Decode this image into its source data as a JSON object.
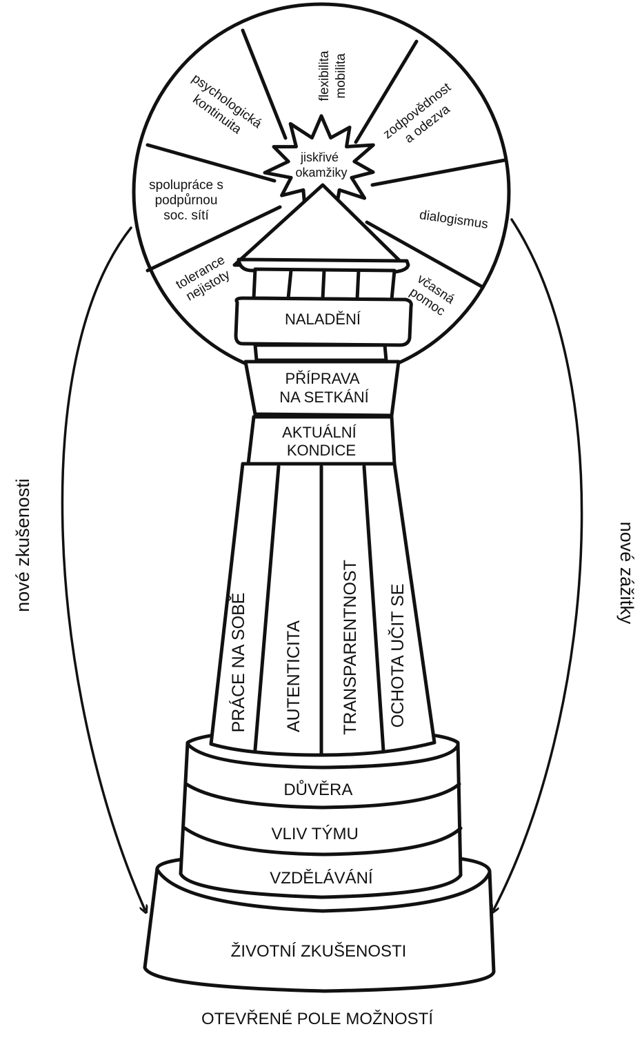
{
  "wheel": {
    "segments": [
      {
        "lines": [
          "flexibilita",
          "mobilita"
        ]
      },
      {
        "lines": [
          "zodpovědnost",
          "a odezva"
        ]
      },
      {
        "lines": [
          "dialogismus"
        ]
      },
      {
        "lines": [
          "včasná",
          "pomoc"
        ]
      },
      {
        "lines": [
          "tolerance",
          "nejistoty"
        ]
      },
      {
        "lines": [
          "spolupráce s",
          "podpůrnou",
          "soc. sítí"
        ]
      },
      {
        "lines": [
          "psychologická",
          "kontinuita"
        ]
      }
    ],
    "center": {
      "lines": [
        "jiskřivé",
        "okamžiky"
      ]
    }
  },
  "tower": {
    "naladeni": "NALADĚNÍ",
    "priprava": [
      "PŘÍPRAVA",
      "NA SETKÁNÍ"
    ],
    "kondice": [
      "AKTUÁLNÍ",
      "KONDICE"
    ],
    "pillars": [
      "PRÁCE NA SOBĚ",
      "AUTENTICITA",
      "TRANSPARENTNOST",
      "OCHOTA UČIT SE"
    ],
    "base_layers": [
      "DŮVĚRA",
      "VLIV TÝMU",
      "VZDĚLÁVÁNÍ"
    ],
    "foundation": "ŽIVOTNÍ ZKUŠENOSTI"
  },
  "arrows": {
    "left": "nové zkušenosti",
    "right": "nové zážitky"
  },
  "footer": "OTEVŘENÉ POLE MOŽNOSTÍ"
}
